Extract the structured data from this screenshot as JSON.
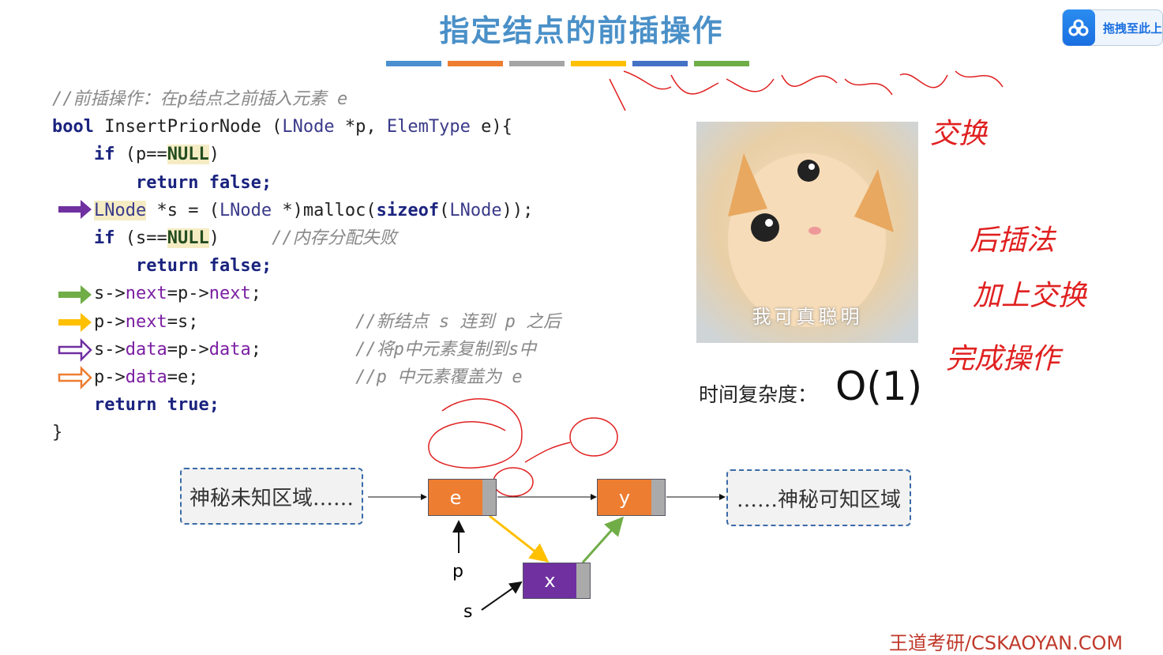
{
  "title": "指定结点的前插操作",
  "title_bar_colors": [
    "#4a90d0",
    "#ed7d31",
    "#a5a5a5",
    "#ffc000",
    "#4472c4",
    "#70ad47"
  ],
  "cloud_button": {
    "icon": "baidu-netdisk-icon",
    "label": "拖拽至此上"
  },
  "code": {
    "comment": "//前插操作：在p结点之前插入元素 e",
    "l1_kw": "bool",
    "l1_fn": " InsertPriorNode (",
    "l1_t1": "LNode",
    "l1_p": " *p, ",
    "l1_t2": "ElemType",
    "l1_e": " e){",
    "l2_kw": "if",
    "l2_a": " (p==",
    "null": "NULL",
    "close": ")",
    "ret_kw": "return",
    "false_kw": " false",
    ";": ";",
    "l4_t": "LNode",
    "l4_a": " *s = (",
    "l4_b": " *)malloc(",
    "l4_kw": "sizeof",
    "l4_c": "(",
    "l4_d": "));",
    "l5_a": " (s==",
    "l5_cm": "     //内存分配失败",
    "l7_s": "s->",
    "next": "next",
    "l7_b": "=p->",
    "semi": ";",
    "l8_p": "p->",
    "l8_b": "=s;",
    "l8_cm": "               //新结点 s 连到 p 之后",
    "data": "data",
    "l9_b": "=p->",
    "l9_cm": "         //将p中元素复制到s中",
    "l10_b": "=e;",
    "l10_cm": "               //p 中元素覆盖为 e",
    "true_kw": " true",
    "brace": "}"
  },
  "arrow_colors": {
    "purple": "#7030a0",
    "green": "#70ad47",
    "yellow": "#ffc000",
    "orange": "#ed7d31"
  },
  "cat_caption": "我可真聪明",
  "complexity_label": "时间复杂度：",
  "complexity_value": "O(1)",
  "diagram": {
    "left_box": "神秘未知区域……",
    "right_box": "……神秘可知区域",
    "node_e": "e",
    "node_y": "y",
    "node_x": "x",
    "label_p": "p",
    "label_s": "s"
  },
  "handwriting": [
    "后插法",
    "加上交换",
    "完成操作",
    "交换"
  ],
  "footer": "王道考研/CSKAOYAN.COM"
}
